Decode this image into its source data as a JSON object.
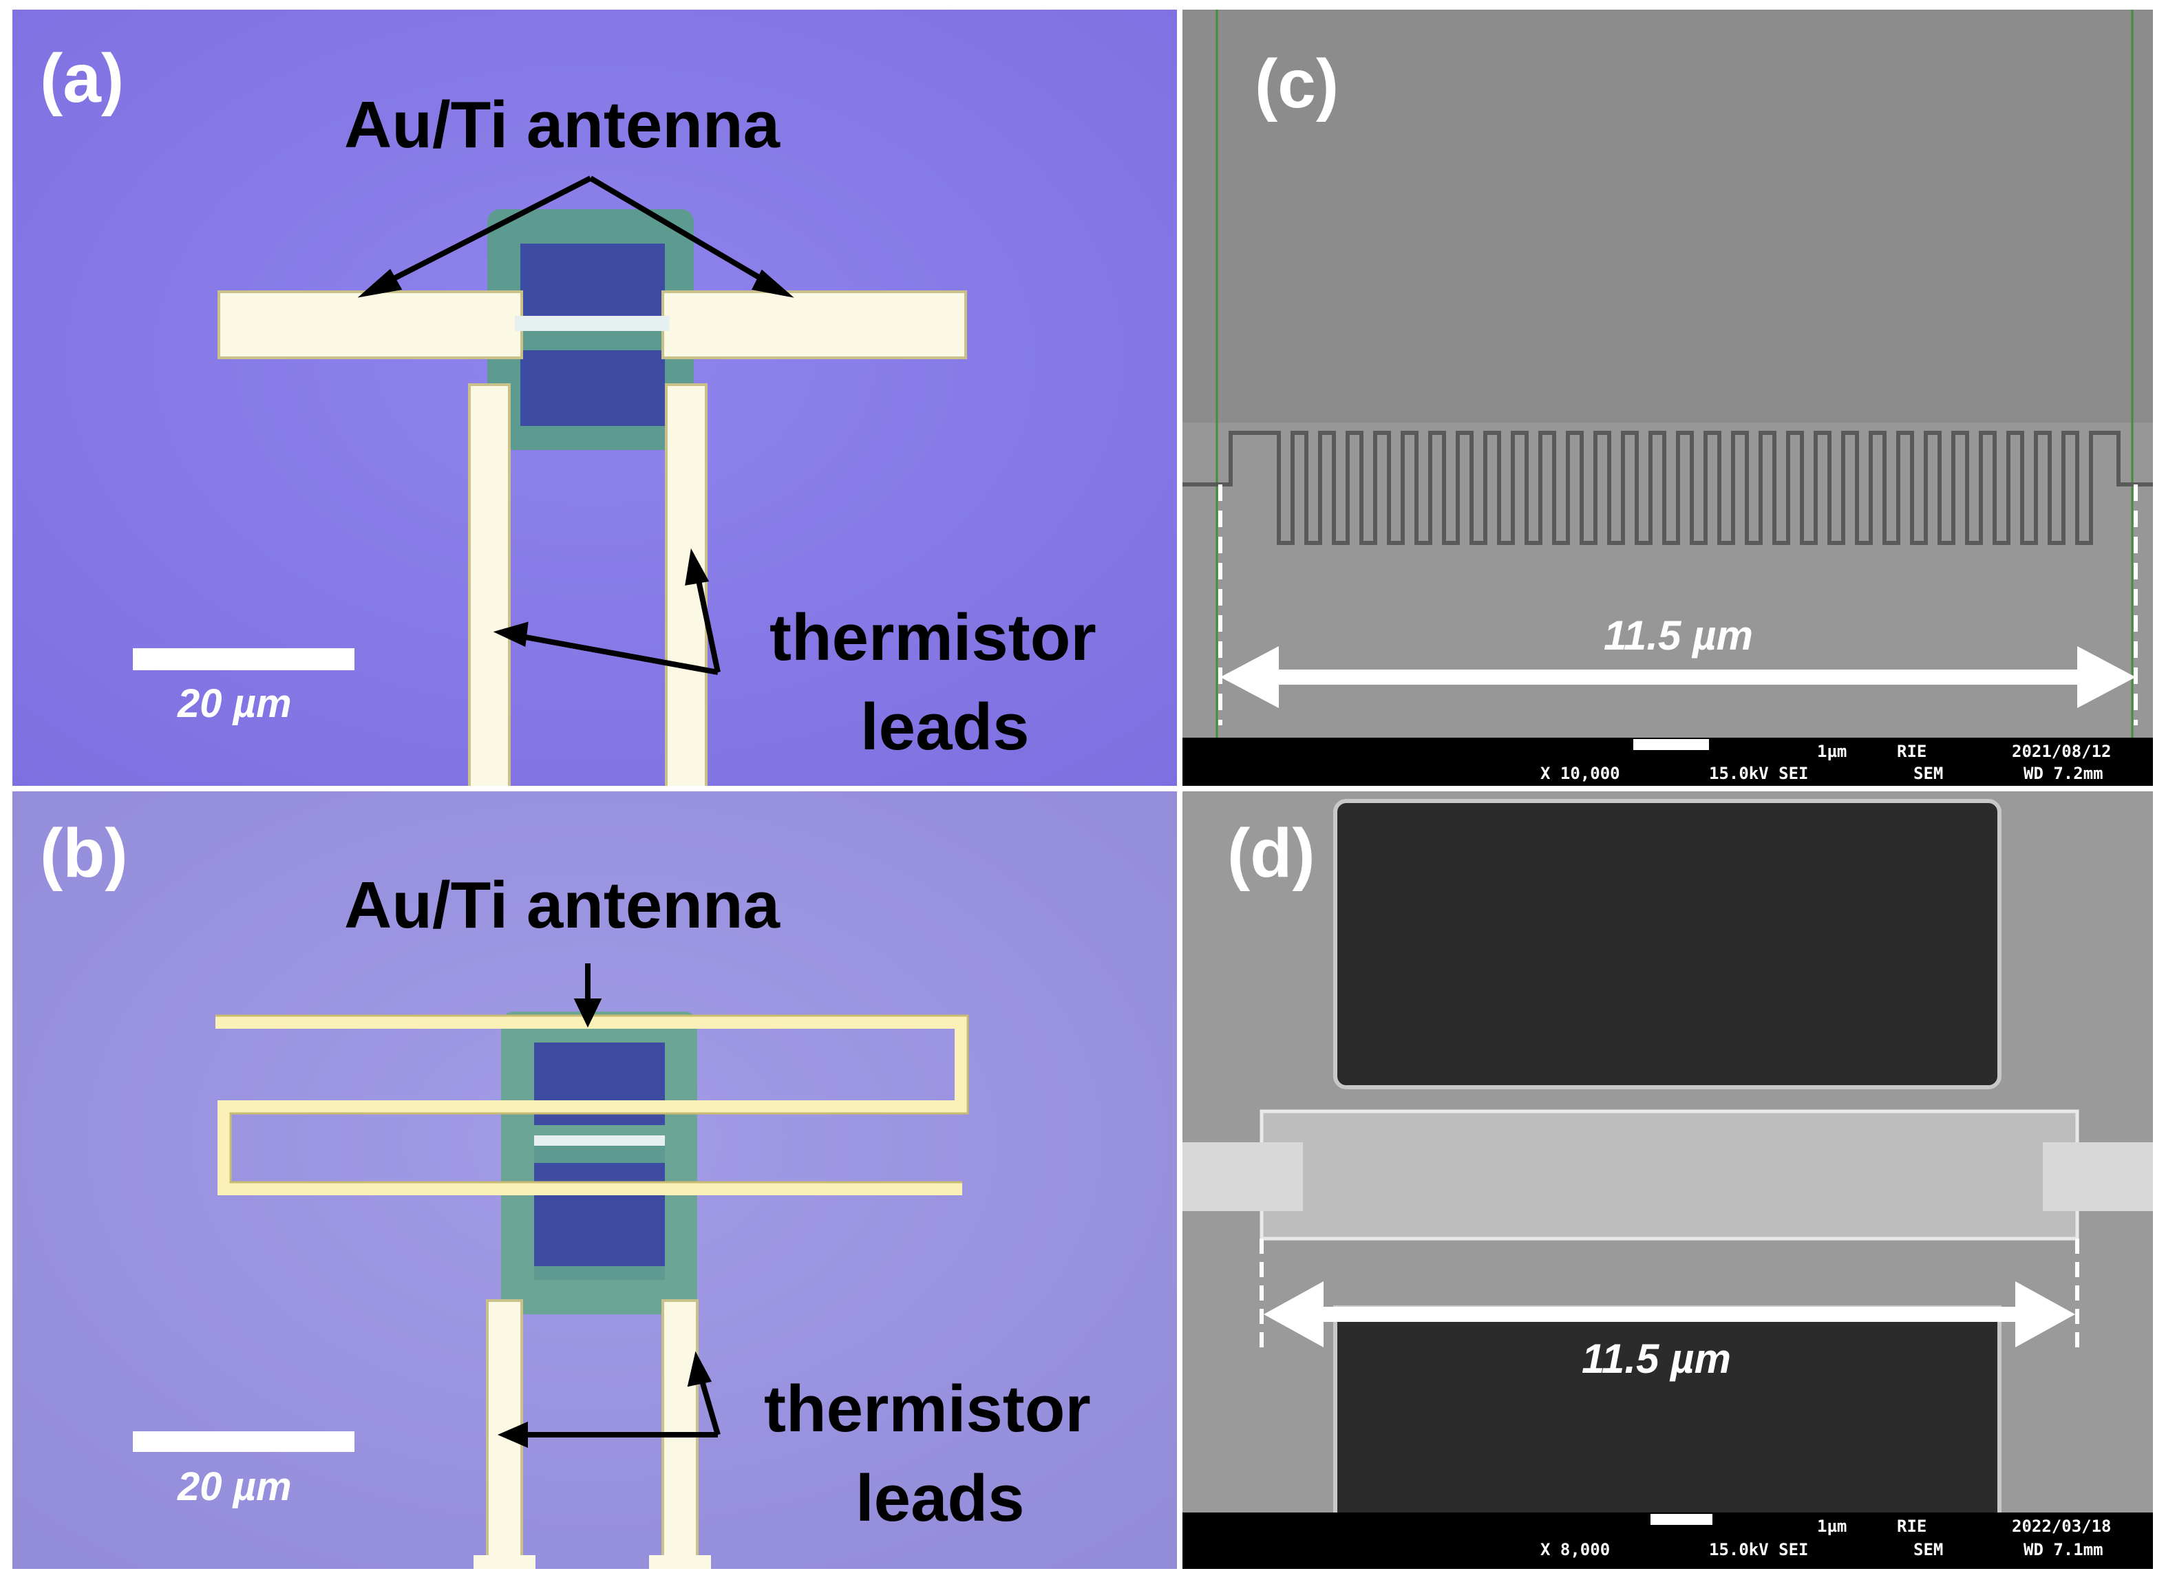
{
  "panels": {
    "a": {
      "letter": "(a)",
      "antenna_label": "Au/Ti antenna",
      "scalebar_label": "20 µm",
      "leads_line1": "thermistor",
      "leads_line2": "leads"
    },
    "b": {
      "letter": "(b)",
      "antenna_label": "Au/Ti antenna",
      "scalebar_label": "20 µm",
      "leads_line1": "thermistor",
      "leads_line2": "leads"
    },
    "c": {
      "letter": "(c)",
      "dimension_label": "11.5 µm",
      "sem_bar": {
        "scale": "1µm",
        "mode": "RIE",
        "date": "2021/08/12",
        "mag": "X 10,000",
        "voltage": "15.0kV SEI",
        "type": "SEM",
        "wd": "WD 7.2mm"
      }
    },
    "d": {
      "letter": "(d)",
      "dimension_label": "11.5 µm",
      "sem_bar": {
        "scale": "1µm",
        "mode": "RIE",
        "date": "2022/03/18",
        "mag": "X 8,000",
        "voltage": "15.0kV SEI",
        "type": "SEM",
        "wd": "WD 7.1mm"
      }
    }
  },
  "colors": {
    "optical_bg_a": "#8a7be8",
    "optical_bg_b": "#9a92e0",
    "metal": "#fbf8e4",
    "pad": "#5f9a8f",
    "sem_bg_c": "#8c8c8c",
    "sem_bg_d": "#9a9a9a",
    "sem_dark": "#2b2b2b"
  }
}
